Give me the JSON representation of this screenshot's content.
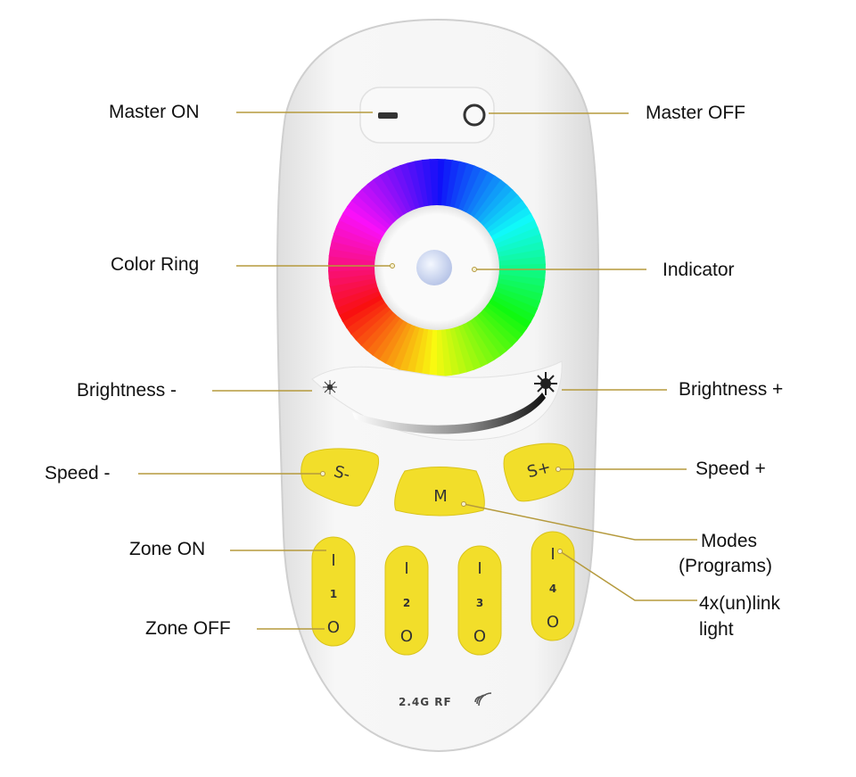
{
  "labels": {
    "master_on": "Master ON",
    "master_off": "Master OFF",
    "color_ring": "Color Ring",
    "indicator": "Indicator",
    "brightness_minus": "Brightness -",
    "brightness_plus": "Brightness +",
    "speed_minus": "Speed -",
    "speed_plus": "Speed +",
    "modes_line1": "Modes",
    "modes_line2": "(Programs)",
    "zone_on": "Zone ON",
    "zone_off": "Zone OFF",
    "link_line1": "4x(un)link",
    "link_line2": "light"
  },
  "remote": {
    "speed_minus_key": "S-",
    "mode_key": "M",
    "speed_plus_key": "S+",
    "zones": [
      {
        "on": "I",
        "number": "1",
        "off": "O"
      },
      {
        "on": "I",
        "number": "2",
        "off": "O"
      },
      {
        "on": "I",
        "number": "3",
        "off": "O"
      },
      {
        "on": "I",
        "number": "4",
        "off": "O"
      }
    ],
    "brand_text": "2.4G RF"
  },
  "colors": {
    "button_yellow": "#f2de2a",
    "leader_line": "#b59a3d",
    "body_white": "#f4f4f4"
  }
}
